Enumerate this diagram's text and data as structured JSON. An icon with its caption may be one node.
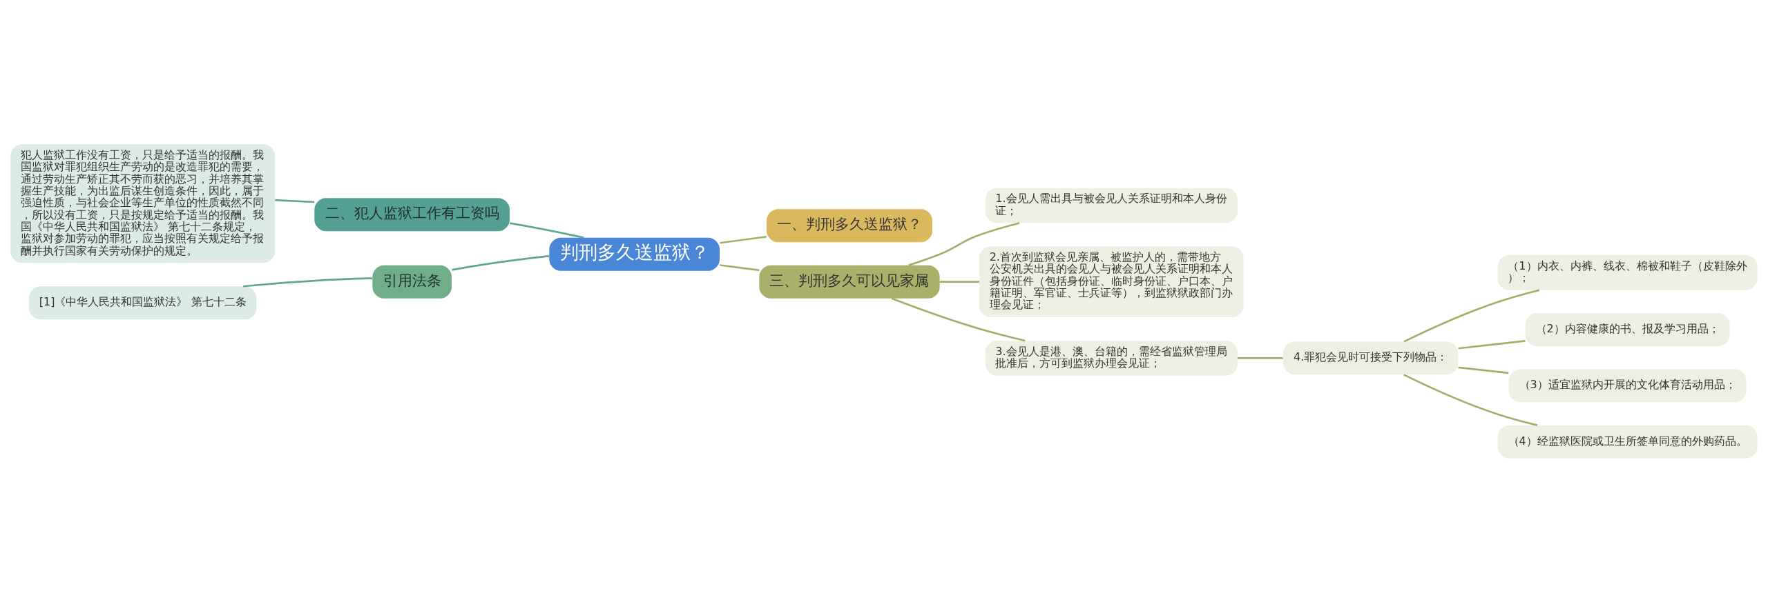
{
  "diagram": {
    "nodes": [
      {
        "text": [
          "判刑多久送监狱？"
        ]
      },
      {
        "text": [
          "一、判刑多久送监狱？"
        ]
      },
      {
        "text": [
          "三、判刑多久可以见家属"
        ]
      },
      {
        "text": [
          "1.会见人需出具与被会见人关系证明和本人身份证；"
        ]
      },
      {
        "text": [
          "2.首次到监狱会见亲属、被监护人的，需带地方公安机关出具的会见人与被会见人关系证明和本人身份证件（包括身份证、临时身份证、户口本、户籍证明、军官证、士兵证等），到监狱狱政部门办理会见证；"
        ]
      },
      {
        "text": [
          "3.会见人是港、澳、台籍的，需经省监狱管理局批准后，方可到监狱办理会见证；"
        ]
      },
      {
        "text": [
          "4.罪犯会见时可接受下列物品："
        ]
      },
      {
        "text": [
          "（1）内衣、内裤、线衣、棉被和鞋子（皮鞋除外）；"
        ]
      },
      {
        "text": [
          "（2）内容健康的书、报及学习用品；"
        ]
      },
      {
        "text": [
          "（3）适宜监狱内开展的文化体育活动用品；"
        ]
      },
      {
        "text": [
          "（4）经监狱医院或卫生所签单同意的外购药品。"
        ]
      },
      {
        "text": [
          "二、犯人监狱工作有工资吗"
        ]
      },
      {
        "text": [
          "犯人监狱工作没有工资，只是给予适当的报酬。我国监狱对罪犯组织生产劳动的是改造罪犯的需要，通过劳动生产矫正其不劳而获的恶习，并培养其掌握生产技能，为出监后谋生创造条件，因此，属于强迫性质，与社会企业等生产单位的性质截然不同，所以没有工资，只是按规定给予适当的报酬。我国《中华人民共和国监狱法》 第七十二条规定，监狱对参加劳动的罪犯，应当按照有关规定给予报酬并执行国家有关劳动保护的规定。"
        ]
      },
      {
        "text": [
          "引用法条"
        ]
      },
      {
        "text": [
          "[1]《中华人民共和国监狱法》 第七十二条"
        ]
      }
    ],
    "edges": [
      {
        "from": 0,
        "to": 1,
        "arrow": "none"
      },
      {
        "from": 0,
        "to": 2,
        "arrow": "none"
      },
      {
        "from": 2,
        "to": 3,
        "arrow": "none"
      },
      {
        "from": 2,
        "to": 4,
        "arrow": "none"
      },
      {
        "from": 2,
        "to": 5,
        "arrow": "none"
      },
      {
        "from": 5,
        "to": 6,
        "arrow": "none"
      },
      {
        "from": 6,
        "to": 7,
        "arrow": "none"
      },
      {
        "from": 6,
        "to": 8,
        "arrow": "none"
      },
      {
        "from": 6,
        "to": 9,
        "arrow": "none"
      },
      {
        "from": 6,
        "to": 10,
        "arrow": "none"
      },
      {
        "from": 0,
        "to": 11,
        "arrow": "none",
        "color": "#5fa595"
      },
      {
        "from": 11,
        "to": 12,
        "arrow": "none",
        "color": "#5fa595"
      },
      {
        "from": 0,
        "to": 13,
        "arrow": "none",
        "color": "#5fa595"
      },
      {
        "from": 13,
        "to": 14,
        "arrow": "none",
        "color": "#5fa595"
      }
    ]
  }
}
